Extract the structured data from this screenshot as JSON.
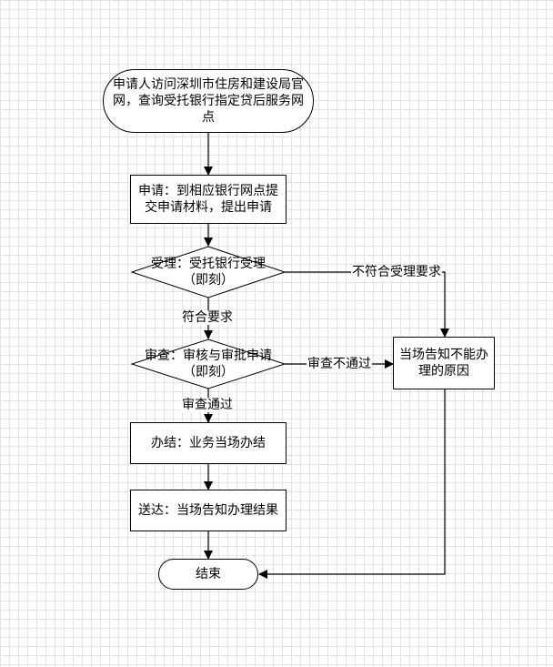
{
  "nodes": {
    "start": "申请人访问深圳市住房和建设局官网，查询受托银行指定贷后服务网点",
    "apply": "申请：到相应银行网点提交申请材料，提出申请",
    "accept": "受理：受托银行受理（即刻）",
    "review": "审查：审核与审批申请（即刻）",
    "reject": "当场告知不能办理的原因",
    "complete": "办结：业务当场办结",
    "deliver": "送达：当场告知办理结果",
    "end": "结束"
  },
  "edge_labels": {
    "accept_no": "不符合受理要求",
    "accept_yes": "符合要求",
    "review_no": "审查不通过",
    "review_yes": "审查通过"
  }
}
